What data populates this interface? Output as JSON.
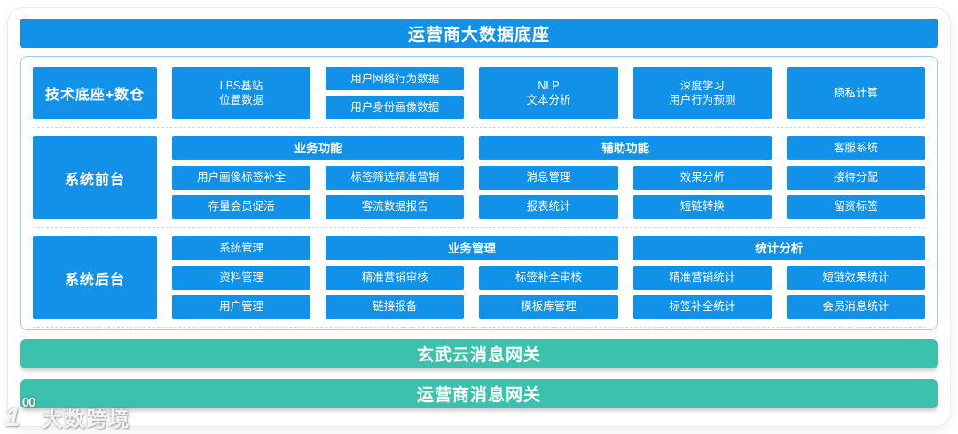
{
  "title": "运营商大数据底座",
  "colors": {
    "blue": "#1191e8",
    "teal": "#3cc1ac"
  },
  "tech": {
    "label": "技术底座+数仓",
    "lbs": "LBS基站\n位置数据",
    "stacked": [
      "用户网络行为数据",
      "用户身份画像数据"
    ],
    "nlp": "NLP\n文本分析",
    "deep_learning": "深度学习\n用户行为预测",
    "privacy": "隐私计算"
  },
  "frontend": {
    "label": "系统前台",
    "headers": [
      "业务功能",
      "辅助功能",
      "客服系统"
    ],
    "rows": [
      [
        "用户画像标签补全",
        "标签筛选精准营销",
        "消息管理",
        "效果分析",
        "接待分配"
      ],
      [
        "存量会员促活",
        "客流数据报告",
        "报表统计",
        "短链转换",
        "留资标签"
      ]
    ]
  },
  "backend": {
    "label": "系统后台",
    "headers": [
      "系统管理",
      "业务管理",
      "统计分析"
    ],
    "rows": [
      [
        "资料管理",
        "精准营销审核",
        "标签补全审核",
        "精准营销统计",
        "短链效果统计"
      ],
      [
        "用户管理",
        "链接报备",
        "模板库管理",
        "标签补全统计",
        "会员消息统计"
      ]
    ]
  },
  "gateways": [
    "玄武云消息网关",
    "运营商消息网关"
  ],
  "watermark": {
    "logo_big": "1",
    "logo_small": "00",
    "text": "大数跨境"
  }
}
